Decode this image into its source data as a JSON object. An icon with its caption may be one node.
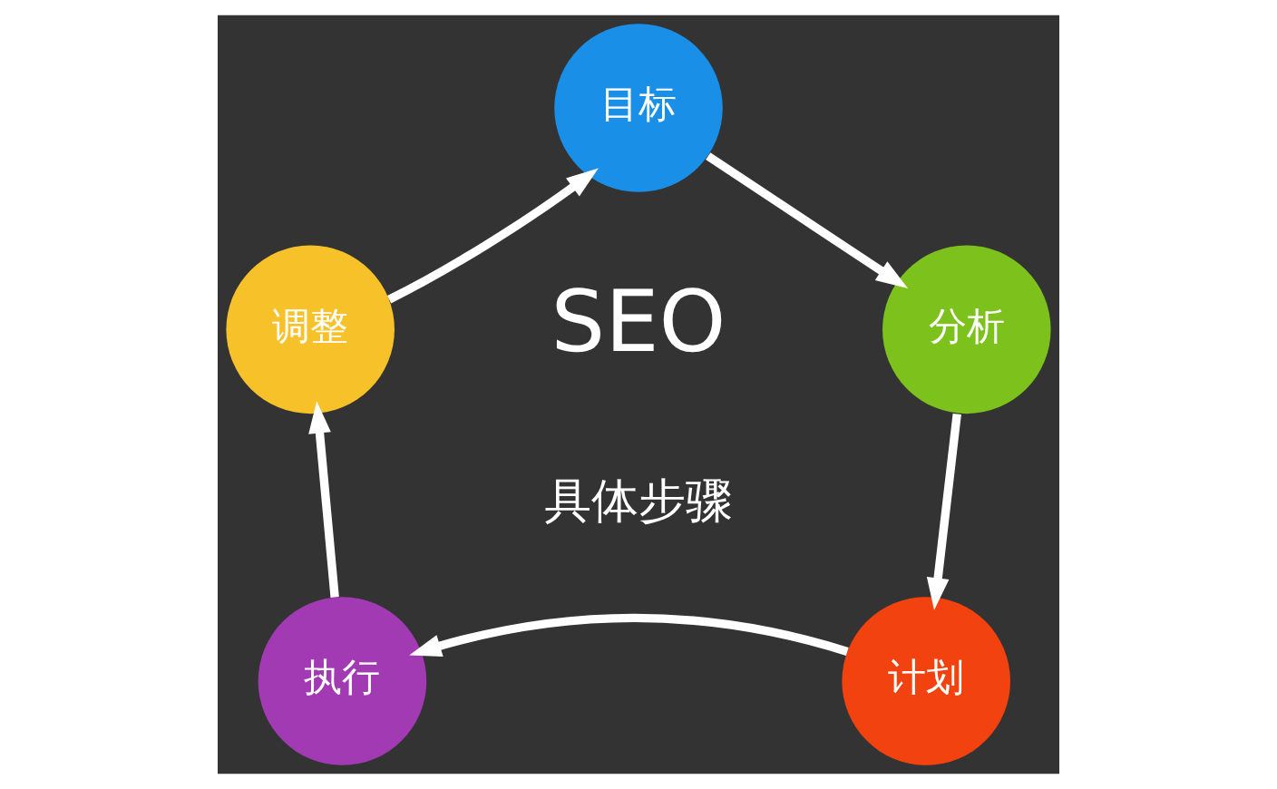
{
  "diagram": {
    "nodes": [
      {
        "text": [
          "目标"
        ]
      },
      {
        "text": [
          "分析"
        ]
      },
      {
        "text": [
          "计划"
        ]
      },
      {
        "text": [
          "执行"
        ]
      },
      {
        "text": [
          "调整"
        ]
      }
    ],
    "edges": [
      {
        "from": 0,
        "to": 1,
        "arrow": "to"
      },
      {
        "from": 1,
        "to": 2,
        "arrow": "to"
      },
      {
        "from": 2,
        "to": 3,
        "arrow": "to"
      },
      {
        "from": 3,
        "to": 4,
        "arrow": "to"
      },
      {
        "from": 4,
        "to": 0,
        "arrow": "to"
      }
    ],
    "labels": [
      "SEO",
      "具体步骤"
    ]
  }
}
